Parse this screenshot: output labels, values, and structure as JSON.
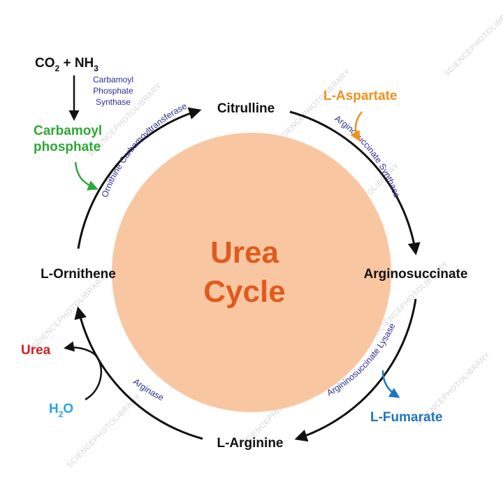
{
  "title": {
    "line1": "Urea",
    "line2": "Cycle"
  },
  "reactants": {
    "co2": "CO",
    "co2_sub": "2",
    "plus_nh": " + NH",
    "nh3_sub": "3"
  },
  "first_enzyme": {
    "line1": "Carbamoyl",
    "line2": "Phosphate",
    "line3": "Synthase"
  },
  "carbamoyl_phosphate": {
    "line1": "Carbamoyl",
    "line2": "phosphate"
  },
  "nodes": {
    "citrulline": "Citrulline",
    "argininosuccinate": "Arginosuccinate",
    "l_arginine": "L-Arginine",
    "l_ornithine": "L-Ornithene"
  },
  "enzymes": {
    "ornithine_carbamoyltransferase": "Ornithine Carbamoyltransferase",
    "argininosuccinate_synthase": "Arginosuccinate Synthase",
    "argininosuccinate_lyase": "Argininosuccinate Lysase",
    "arginase": "Arginase"
  },
  "side_inputs": {
    "l_aspartate": "L-Aspartate",
    "l_fumarate": "L-Fumarate",
    "urea": "Urea",
    "water_h": "H",
    "water_sub": "2",
    "water_o": "O"
  },
  "watermark": "SCIENCEPHOTOLIBRARY",
  "colors": {
    "center_circle": "#f8c7a2",
    "title": "#e05a1e",
    "carbamoyl_phosphate": "#2fa836",
    "l_aspartate": "#f0901c",
    "l_fumarate": "#1f75c0",
    "urea": "#cc1f2b",
    "water": "#2aa6df",
    "enzyme_text": "#2b2f8f"
  }
}
